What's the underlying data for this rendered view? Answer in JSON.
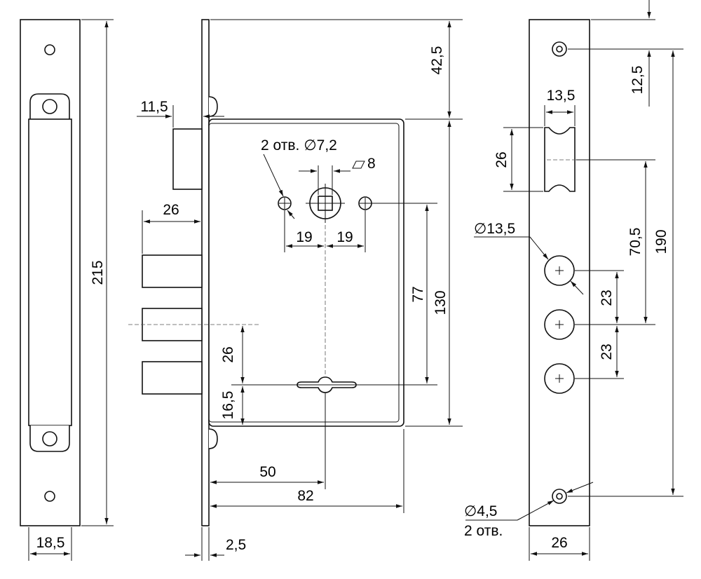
{
  "dimensions": {
    "strike_height": "215",
    "strike_width": "18,5",
    "faceplate_offset": "11,5",
    "bolt_projection": "26",
    "top_offset": "42,5",
    "holes_note": "2 отв.",
    "holes_diameter": "∅7,2",
    "square_spindle": "8",
    "hole_spacing_left": "19",
    "hole_spacing_right": "19",
    "spindle_to_keyhole": "77",
    "case_height": "130",
    "bolt_spacing": "26",
    "keyhole_to_bottom": "16,5",
    "backset": "50",
    "case_depth": "82",
    "plate_thickness": "2,5",
    "plate_top_offset": "12,5",
    "latch_width": "13,5",
    "latch_height": "26",
    "bolt_hole_diameter": "∅13,5",
    "latch_to_bolt": "70,5",
    "screw_spacing": "190",
    "bolt_hole_pitch_1": "23",
    "bolt_hole_pitch_2": "23",
    "screw_diameter": "∅4,5",
    "screw_note": "2 отв.",
    "faceplate_width": "26"
  },
  "drawing_symbols": {
    "square_symbol": "rhombus",
    "diameter_symbol": "∅"
  }
}
